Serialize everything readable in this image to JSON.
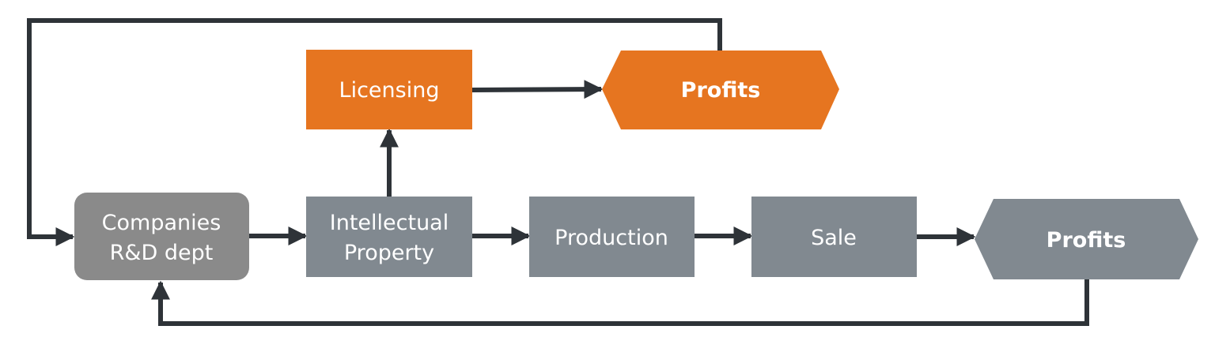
{
  "colors": {
    "orange": "#E67520",
    "gray": "#818990",
    "dark_gray": "#8A8A8A",
    "connector": "#2E3338",
    "text": "#FFFFFF"
  },
  "nodes": {
    "rd_dept": {
      "lines": [
        "Companies",
        "R&D dept"
      ]
    },
    "ip": {
      "lines": [
        "Intellectual",
        "Property"
      ]
    },
    "licensing": {
      "label": "Licensing"
    },
    "profits_top": {
      "label": "Profits"
    },
    "production": {
      "label": "Production"
    },
    "sale": {
      "label": "Sale"
    },
    "profits_bottom": {
      "label": "Profits"
    }
  }
}
